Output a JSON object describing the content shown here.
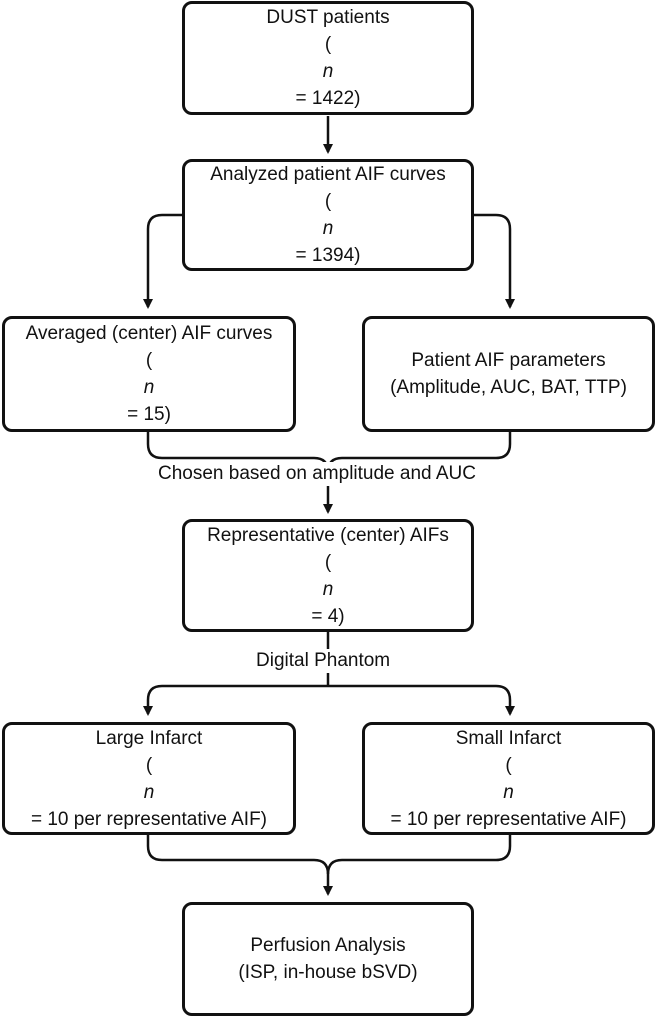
{
  "nodes": {
    "dust": {
      "line1": "DUST patients",
      "line2_n": "n",
      "line2_rest": " = 1422)"
    },
    "analyzed": {
      "line1": "Analyzed patient AIF curves",
      "line2_n": "n",
      "line2_rest": " = 1394)"
    },
    "averaged": {
      "line1": "Averaged (center) AIF curves",
      "line2_n": "n",
      "line2_rest": " = 15)"
    },
    "params": {
      "line1": "Patient AIF parameters",
      "line2": "(Amplitude, AUC, BAT, TTP)"
    },
    "representative": {
      "line1": "Representative (center) AIFs",
      "line2_n": "n",
      "line2_rest": " = 4)"
    },
    "large": {
      "line1": "Large Infarct",
      "line2_n": "n",
      "line2_rest": " = 10 per representative AIF)"
    },
    "small": {
      "line1": "Small Infarct",
      "line2_n": "n",
      "line2_rest": " = 10 per representative AIF)"
    },
    "perfusion": {
      "line1": "Perfusion Analysis",
      "line2": "(ISP, in-house bSVD)"
    }
  },
  "open_paren": "(",
  "edge_labels": {
    "chosen": "Chosen based on amplitude and AUC",
    "phantom": "Digital Phantom"
  }
}
